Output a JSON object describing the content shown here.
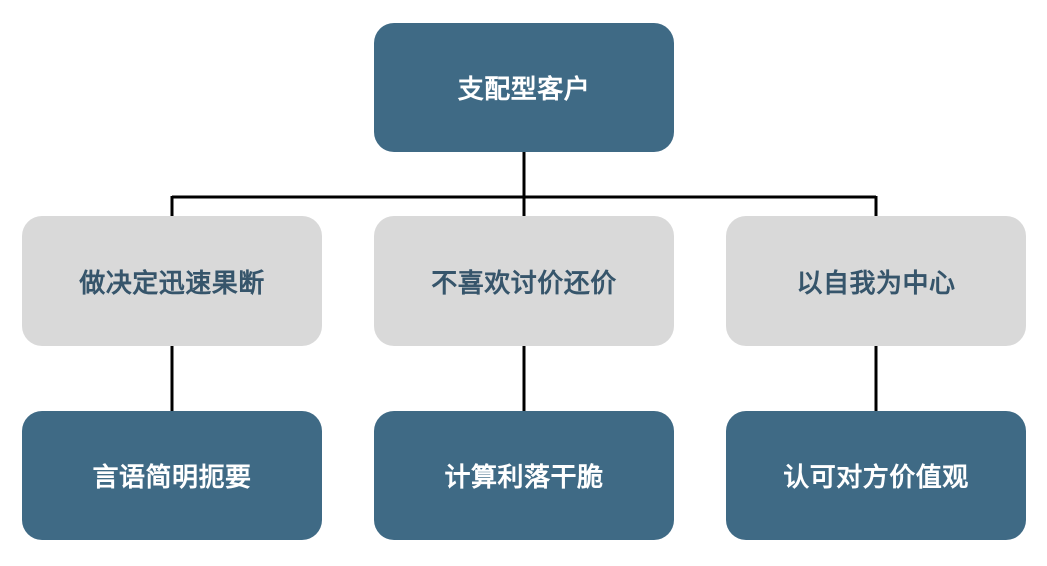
{
  "root": {
    "label": "支配型客户"
  },
  "traits": [
    {
      "label": "做决定迅速果断",
      "child": "言语简明扼要"
    },
    {
      "label": "不喜欢讨价还价",
      "child": "计算利落干脆"
    },
    {
      "label": "以自我为中心",
      "child": "认可对方价值观"
    }
  ],
  "colors": {
    "dark_box": "#3f6a85",
    "light_box": "#d9d9d9",
    "light_text": "#36556b",
    "dark_text": "#ffffff",
    "connector": "#000000"
  }
}
